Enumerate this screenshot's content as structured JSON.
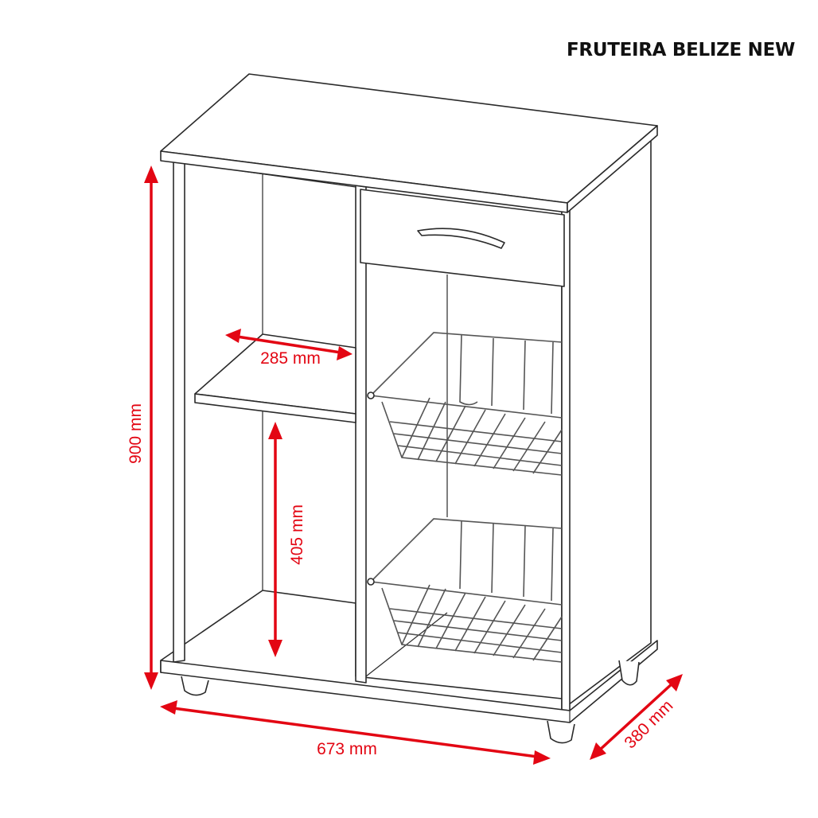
{
  "title": "FRUTEIRA BELIZE NEW",
  "dimensions": {
    "height": "900 mm",
    "width": "673 mm",
    "depth": "380 mm",
    "shelf_depth": "285 mm",
    "shelf_height": "405 mm"
  },
  "colors": {
    "dimension": "#e30613",
    "line": "#2a2a2a",
    "title": "#111111"
  }
}
